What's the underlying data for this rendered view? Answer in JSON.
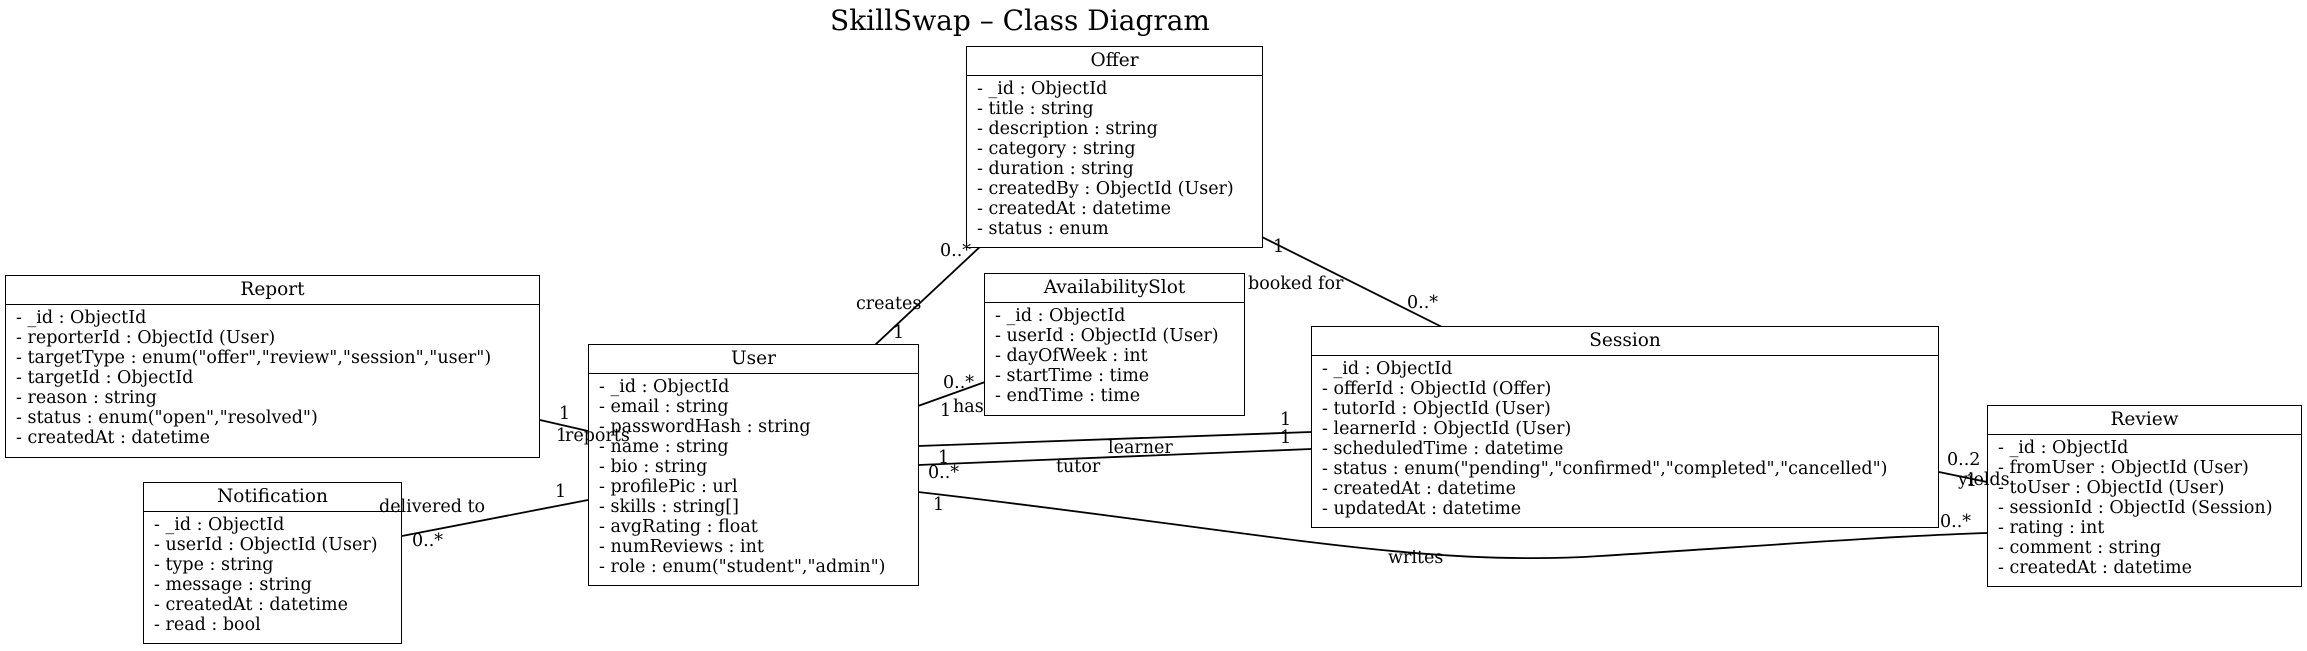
{
  "title": "SkillSwap – Class Diagram",
  "classes": {
    "offer": {
      "name": "Offer",
      "attributes": [
        "- _id : ObjectId",
        "- title : string",
        "- description : string",
        "- category : string",
        "- duration : string",
        "- createdBy : ObjectId (User)",
        "- createdAt : datetime",
        "- status : enum"
      ]
    },
    "report": {
      "name": "Report",
      "attributes": [
        "- _id : ObjectId",
        "- reporterId : ObjectId (User)",
        "- targetType : enum(\"offer\",\"review\",\"session\",\"user\")",
        "- targetId : ObjectId",
        "- reason : string",
        "- status : enum(\"open\",\"resolved\")",
        "- createdAt : datetime"
      ]
    },
    "availability": {
      "name": "AvailabilitySlot",
      "attributes": [
        "- _id : ObjectId",
        "- userId : ObjectId (User)",
        "- dayOfWeek : int",
        "- startTime : time",
        "- endTime : time"
      ]
    },
    "user": {
      "name": "User",
      "attributes": [
        "- _id : ObjectId",
        "- email : string",
        "- passwordHash : string",
        "- name : string",
        "- bio : string",
        "- profilePic : url",
        "- skills : string[]",
        "- avgRating : float",
        "- numReviews : int",
        "- role : enum(\"student\",\"admin\")"
      ]
    },
    "session": {
      "name": "Session",
      "attributes": [
        "- _id : ObjectId",
        "- offerId : ObjectId (Offer)",
        "- tutorId : ObjectId (User)",
        "- learnerId : ObjectId (User)",
        "- scheduledTime : datetime",
        "- status : enum(\"pending\",\"confirmed\",\"completed\",\"cancelled\")",
        "- createdAt : datetime",
        "- updatedAt : datetime"
      ]
    },
    "notification": {
      "name": "Notification",
      "attributes": [
        "- _id : ObjectId",
        "- userId : ObjectId (User)",
        "- type : string",
        "- message : string",
        "- createdAt : datetime",
        "- read : bool"
      ]
    },
    "review": {
      "name": "Review",
      "attributes": [
        "- _id : ObjectId",
        "- fromUser : ObjectId (User)",
        "- toUser : ObjectId (User)",
        "- sessionId : ObjectId (Session)",
        "- rating : int",
        "- comment : string",
        "- createdAt : datetime"
      ]
    }
  },
  "labels": {
    "creates": "creates",
    "creates_user_mult": "1",
    "creates_offer_mult": "0..*",
    "has": "has",
    "has_user_mult": "1",
    "has_slot_mult": "0..*",
    "booked_for": "booked for",
    "booked_offer_mult": "1",
    "booked_session_mult": "0..*",
    "reports": "reports",
    "reports_report_mult": "1",
    "reports_user_mult": "1",
    "delivered_to": "delivered to",
    "delivered_user_mult": "1",
    "delivered_notif_mult": "0..*",
    "learner": "learner",
    "learner_user_mult": "1",
    "learner_session_mult": "1",
    "tutor": "tutor",
    "tutor_user_mult": "0..*",
    "tutor_session_mult": "1",
    "writes": "writes",
    "writes_user_mult": "1",
    "writes_review_mult": "0..*",
    "yields": "yields",
    "yields_session_mult": "0..2",
    "yields_review_mult": "1"
  }
}
